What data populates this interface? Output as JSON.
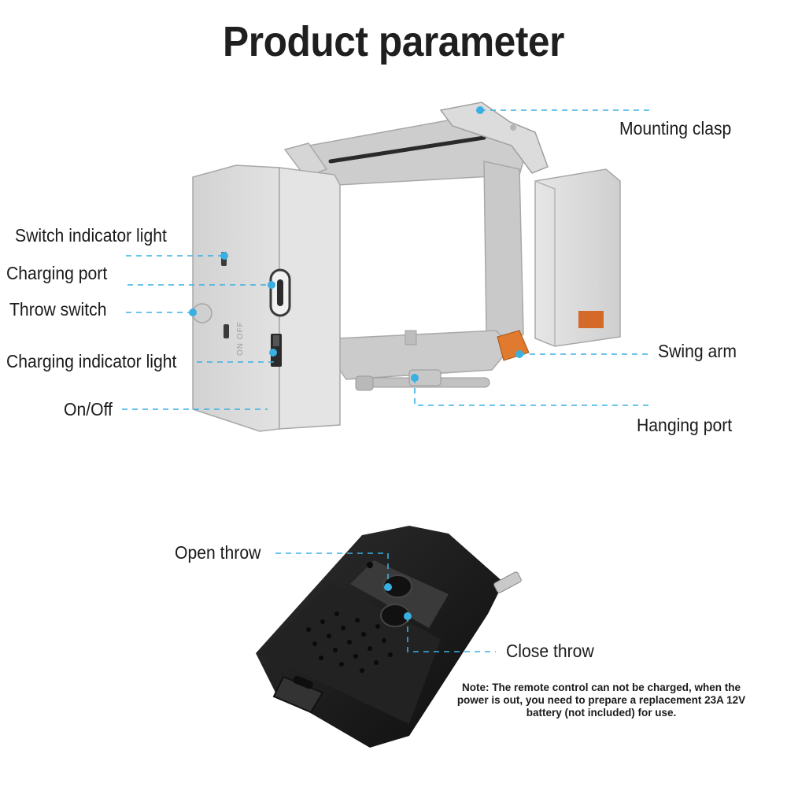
{
  "title": "Product parameter",
  "labels": {
    "mounting_clasp": "Mounting clasp",
    "switch_indicator_light": "Switch indicator light",
    "charging_port": "Charging port",
    "throw_switch": "Throw switch",
    "charging_indicator_light": "Charging indicator light",
    "on_off": "On/Off",
    "swing_arm": "Swing arm",
    "hanging_port": "Hanging port",
    "open_throw": "Open throw",
    "close_throw": "Close throw"
  },
  "note": "Note: The remote control can not be charged, when the power is out, you need to prepare a replacement 23A 12V battery (not included) for use.",
  "colors": {
    "accent": "#3ab0e2",
    "device_body": "#d9d9d9",
    "remote_body": "#1c1c1c"
  },
  "device_side_print": "ON OFF"
}
